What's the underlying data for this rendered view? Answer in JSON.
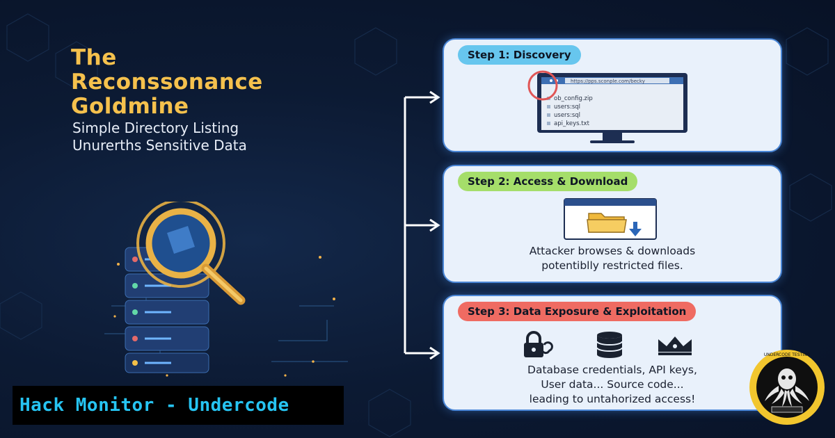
{
  "header": {
    "title_lines": [
      "The",
      "Reconssonance",
      "Goldmine"
    ],
    "subtitle_lines": [
      "Simple Directory Listing",
      "Unurerths Sensitive Data"
    ]
  },
  "steps": [
    {
      "label": "Step 1: Discovery",
      "browser": {
        "url": "https://pps.sconple.com/becky",
        "files": [
          "ob_config.zip",
          "users:sql",
          "users:sql",
          "api_keys.txt"
        ]
      }
    },
    {
      "label": "Step 2: Access & Download",
      "caption_lines": [
        "Attacker browses & downloads",
        "potentiblly restricted files."
      ]
    },
    {
      "label": "Step 3: Data Exposure & Exploitation",
      "icons": [
        "padlock-icon",
        "database-icon",
        "crown-icon"
      ],
      "caption_lines": [
        "Database credentials, API keys,",
        "User data... Source code...",
        "leading to untahorized access!"
      ]
    }
  ],
  "brand": {
    "text": "Hack Monitor - Undercode"
  },
  "logo": {
    "name": "undercode-octopus-logo",
    "ring_text": "UNDERCODE TESTING"
  },
  "colors": {
    "background": "#0c1a33",
    "title": "#f5c14d",
    "card_bg": "#e9f1fb",
    "card_border": "#4a86d6",
    "step1_pill": "#67c6ee",
    "step2_pill": "#a5de6a",
    "step3_pill": "#ef6b62",
    "brand_text": "#26c4f2"
  }
}
